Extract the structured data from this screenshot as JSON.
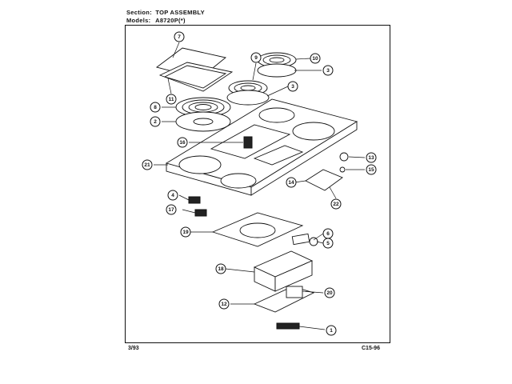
{
  "header": {
    "section_label": "Section:",
    "section_value": "TOP ASSEMBLY",
    "models_label": "Models:",
    "models_value": "A8720P(*)"
  },
  "footer": {
    "date": "3/93",
    "code": "C15-96"
  },
  "callouts": [
    "7",
    "11",
    "10",
    "3",
    "9",
    "3",
    "8",
    "2",
    "16",
    "21",
    "13",
    "15",
    "14",
    "22",
    "4",
    "17",
    "19",
    "6",
    "5",
    "18",
    "12",
    "20",
    "1"
  ]
}
